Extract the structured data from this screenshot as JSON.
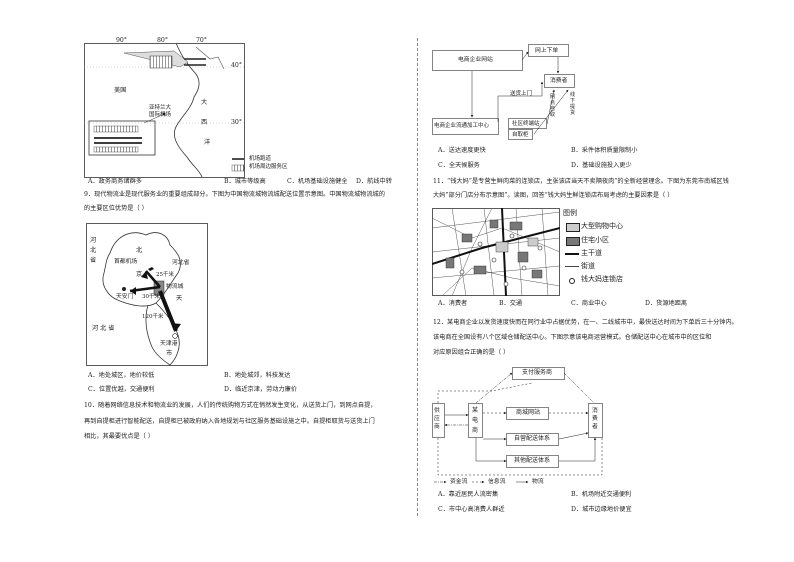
{
  "map1": {
    "lon_90": "90°",
    "lon_80": "80°",
    "lon_70": "70°",
    "lat_40": "40°",
    "lat_30": "30°",
    "usa": "美国",
    "ocean_1": "大",
    "ocean_2": "西",
    "ocean_3": "洋",
    "city_label": "亚特兰大\n国际机场",
    "legend_airport": "机场跑道",
    "legend_service": "机场周边服务区"
  },
  "q8_options": {
    "a": "A．政务商务诸群多",
    "b": "B．城市等级高",
    "c": "C．机场基础设施健全",
    "d": "D．航线中转"
  },
  "q9": {
    "stem_1": "9．现代物流业是现代服务业的重要组成部分。下图为中国物流城物流城配送位置示意图。中国物流城物流城的",
    "stem_2": "的主要区位优势是（    ）",
    "map": {
      "hebei_1": "河",
      "hebei_2": "北",
      "hebei_3": "省",
      "beijing_1": "北",
      "beijing_2": "京",
      "airport": "首都机场",
      "hebei_prov": "河北省",
      "dist_25": "25千米",
      "tiananmen": "天安门",
      "dist_30": "30千米",
      "logistics": "物流城",
      "tianjin_label": "天",
      "dist_120": "120千米",
      "hebei_bottom": "河    北    省",
      "tianjin_port": "天津港",
      "city": "市"
    },
    "options": {
      "a": "A．地处城区，地价较低",
      "b": "B．地处城郊，科技发达",
      "c": "C．位置优越，交通便利",
      "d": "D．临近京津，劳动力廉价"
    }
  },
  "q10": {
    "stem_1": "10．随着网络信息技术和物流业的发展，人们的传统购物方式在悄然发生变化，从送货上门，到网点自提，",
    "stem_2": "再到自提柜进行智能配送，自提柜已被政府纳入各地规划与社区服务基础设施之中。自提柜取货与送货上门",
    "stem_3": "相比，其最要优点是（    ）"
  },
  "flow1": {
    "platform": "电商企业网站",
    "order": "网上下单",
    "consumer": "消费者",
    "delivery": "送货上门",
    "center": "电商企业流通加工中心",
    "terminal": "社区终端站",
    "cabinet": "自取柜",
    "pickup_1": "网点自取",
    "pickup_2": "线下提货"
  },
  "q10_options": {
    "a": "A．送达速度更快",
    "b": "B．采件体积质量限制小",
    "c": "C．全天候服务",
    "d": "D．基础设施投入更少"
  },
  "q11": {
    "stem_1": "11．“钱大妈”是专营生鲜肉菜的连锁店，主张该店当天不卖隔夜肉”的全新经营理念。下图为东莞市南城区钱",
    "stem_2": "大妈”部分门店分布示意图”。读图，回答“钱大妈生鲜连锁店布局考虑的主要因素是（    ）",
    "legend_title": "图例",
    "legend_mall": "大型购物中心",
    "legend_residential": "住宅小区",
    "legend_main_road": "主干道",
    "legend_street": "街道",
    "legend_store": "钱大妈连锁店"
  },
  "q11_options": {
    "a": "A．消费者",
    "b": "B．交通",
    "c": "C．商业中心",
    "d": "D．货源地距离"
  },
  "q12": {
    "stem_1": "12．某电商企业以发货速度快而在同行业中占据优势，在一、二线城市中，最快送达时间为下单后三十分钟内。",
    "stem_2": "该电商在全国设有八个区域仓储配送中心。下图示意该电商运营模式。仓储配送中心在城市中的区位和",
    "stem_3": "对应原因组合正确的是（    ）"
  },
  "flow2": {
    "payment": "支付服务商",
    "supplier": "供应商",
    "ecommerce_1": "某",
    "ecommerce_2": "电",
    "ecommerce_3": "商",
    "mall": "商城网站",
    "consumer": "消费者",
    "self_delivery": "自营配送体系",
    "other_delivery": "其他配送体系",
    "legend_fund": "资金流",
    "legend_info": "信息流",
    "legend_goods": "物流"
  },
  "q12_options": {
    "a": "A．靠近居民人流密集",
    "b": "B．机场附近交通便利",
    "c": "C．市中心高消费人群近",
    "d": "D．城市边缘地价便宜"
  }
}
